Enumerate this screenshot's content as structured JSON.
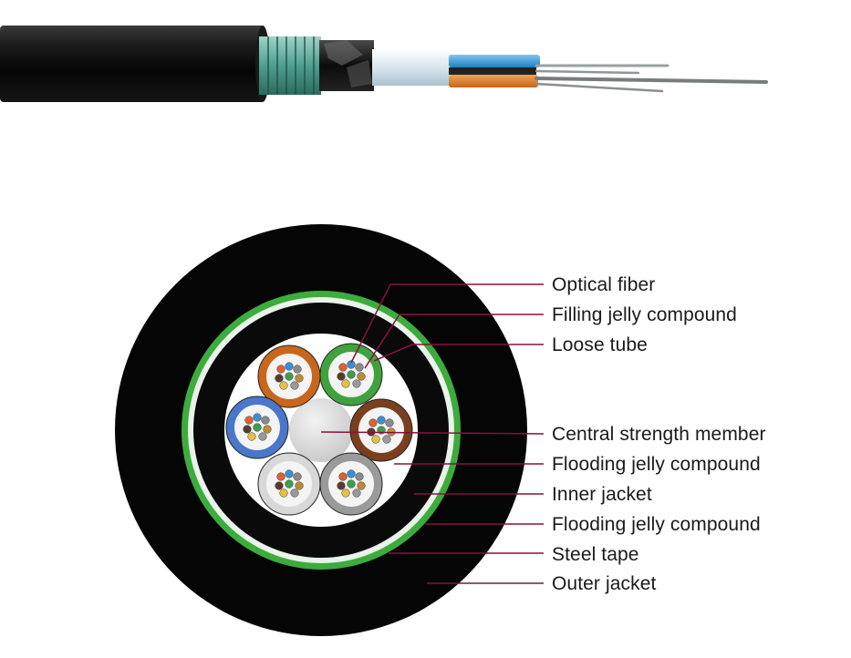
{
  "colors": {
    "outer_jacket": "#050505",
    "steel_tape": "#3cac3c",
    "inner_jacket": "#0a0a0a",
    "leader_line": "#8a1040",
    "tube_orange": "#c8661d",
    "tube_green": "#3fa23f",
    "tube_brown": "#7a3f1e",
    "tube_blue": "#4a77c9",
    "tube_white": "#d8d8d8",
    "tube_grey": "#9a9a9a",
    "central_member": "#d9d9d9"
  },
  "labels": [
    "Optical fiber",
    "Filling jelly compound",
    "Loose tube",
    "Central strength member",
    "Flooding jelly compound",
    "Inner jacket",
    "Flooding jelly compound",
    "Steel tape",
    "Outer jacket"
  ]
}
